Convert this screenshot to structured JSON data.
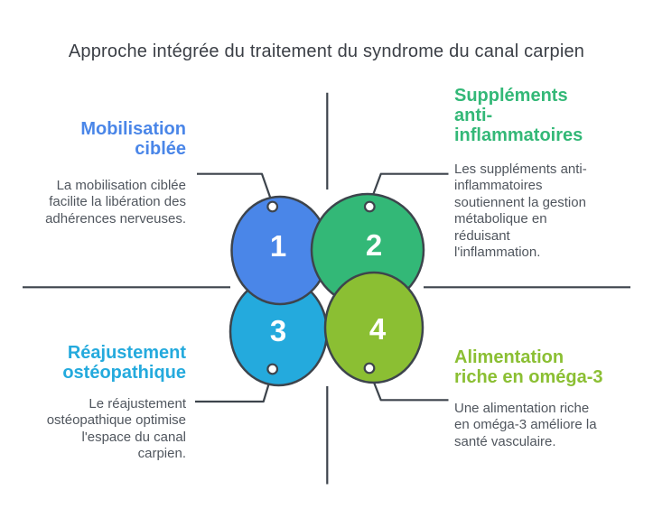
{
  "title": "Approche intégrée du traitement du syndrome du canal carpien",
  "colors": {
    "blue": "#4a86e8",
    "green": "#33b877",
    "cyan": "#24aadd",
    "lime": "#8bbf33",
    "line": "#3d444c",
    "body_text": "#50565e",
    "title_text": "#3b3f46",
    "number_text": "#ffffff"
  },
  "sections": {
    "mobilisation": {
      "number": "1",
      "heading": "Mobilisation\nciblée",
      "description": "La mobilisation ciblée\nfacilite la libération des\nadhérences nerveuses."
    },
    "supplements": {
      "number": "2",
      "heading": "Suppléments\nanti-\ninflammatoires",
      "description": "Les suppléments anti-\ninflammatoires\nsoutiennent la gestion\nmétabolique en\nréduisant\nl'inflammation."
    },
    "reajustement": {
      "number": "3",
      "heading": "Réajustement\nostéopathique",
      "description": "Le réajustement\nostéopathique optimise\nl'espace du canal\ncarpien."
    },
    "alimentation": {
      "number": "4",
      "heading": "Alimentation\nriche en oméga-3",
      "description": "Une alimentation riche\nen oméga-3 améliore la\nsanté vasculaire."
    }
  }
}
